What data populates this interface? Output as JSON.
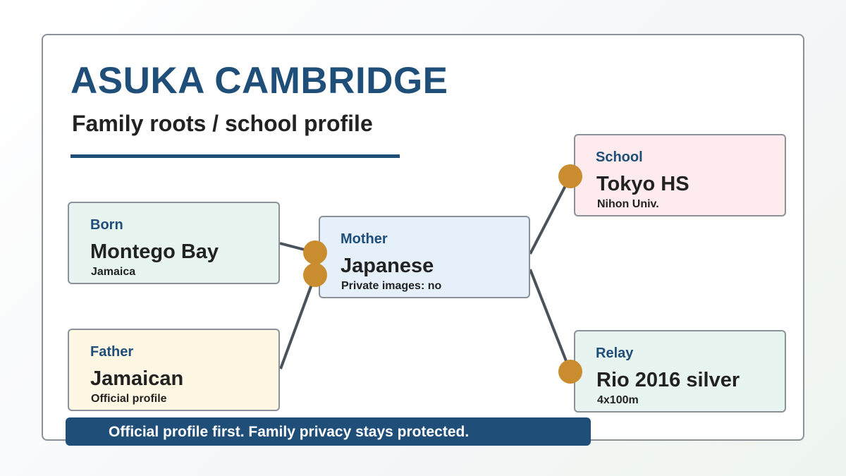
{
  "header": {
    "title": "ASUKA CAMBRIDGE",
    "subtitle": "Family roots / school profile"
  },
  "colors": {
    "accent": "#1f4e79",
    "connector_dot": "#c98c2e",
    "born_bg": "#e8f4ef",
    "father_bg": "#fdf7e3",
    "mother_bg": "#e5f0fb",
    "school_bg": "#fdebee",
    "relay_bg": "#e8f4ef"
  },
  "nodes": {
    "born": {
      "label": "Born",
      "value": "Montego Bay",
      "sub": "Jamaica"
    },
    "father": {
      "label": "Father",
      "value": "Jamaican",
      "sub": "Official profile"
    },
    "mother": {
      "label": "Mother",
      "value": "Japanese",
      "sub": "Private images: no"
    },
    "school": {
      "label": "School",
      "value": "Tokyo HS",
      "sub": "Nihon Univ."
    },
    "relay": {
      "label": "Relay",
      "value": "Rio 2016 silver",
      "sub": "4x100m"
    }
  },
  "footer": {
    "banner": "Official profile first. Family privacy stays protected."
  }
}
